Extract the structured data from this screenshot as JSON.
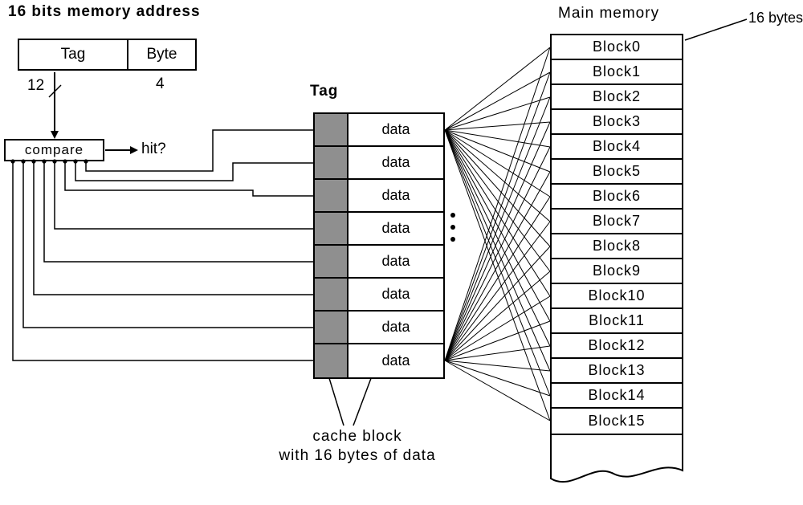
{
  "address": {
    "title": "16 bits memory address",
    "tag_label": "Tag",
    "byte_label": "Byte",
    "tag_bits": "12",
    "byte_bits": "4"
  },
  "compare": {
    "label": "compare",
    "hit_label": "hit?"
  },
  "cache": {
    "header": "Tag",
    "rows": [
      "data",
      "data",
      "data",
      "data",
      "data",
      "data",
      "data",
      "data"
    ],
    "note_line1": "cache block",
    "note_line2": "with 16 bytes of data"
  },
  "memory": {
    "title": "Main memory",
    "size_label": "16 bytes",
    "blocks": [
      "Block0",
      "Block1",
      "Block2",
      "Block3",
      "Block4",
      "Block5",
      "Block6",
      "Block7",
      "Block8",
      "Block9",
      "Block10",
      "Block11",
      "Block12",
      "Block13",
      "Block14",
      "Block15"
    ]
  },
  "colors": {
    "tag_fill": "#8f8f8f",
    "line": "#000000",
    "background": "#ffffff"
  }
}
